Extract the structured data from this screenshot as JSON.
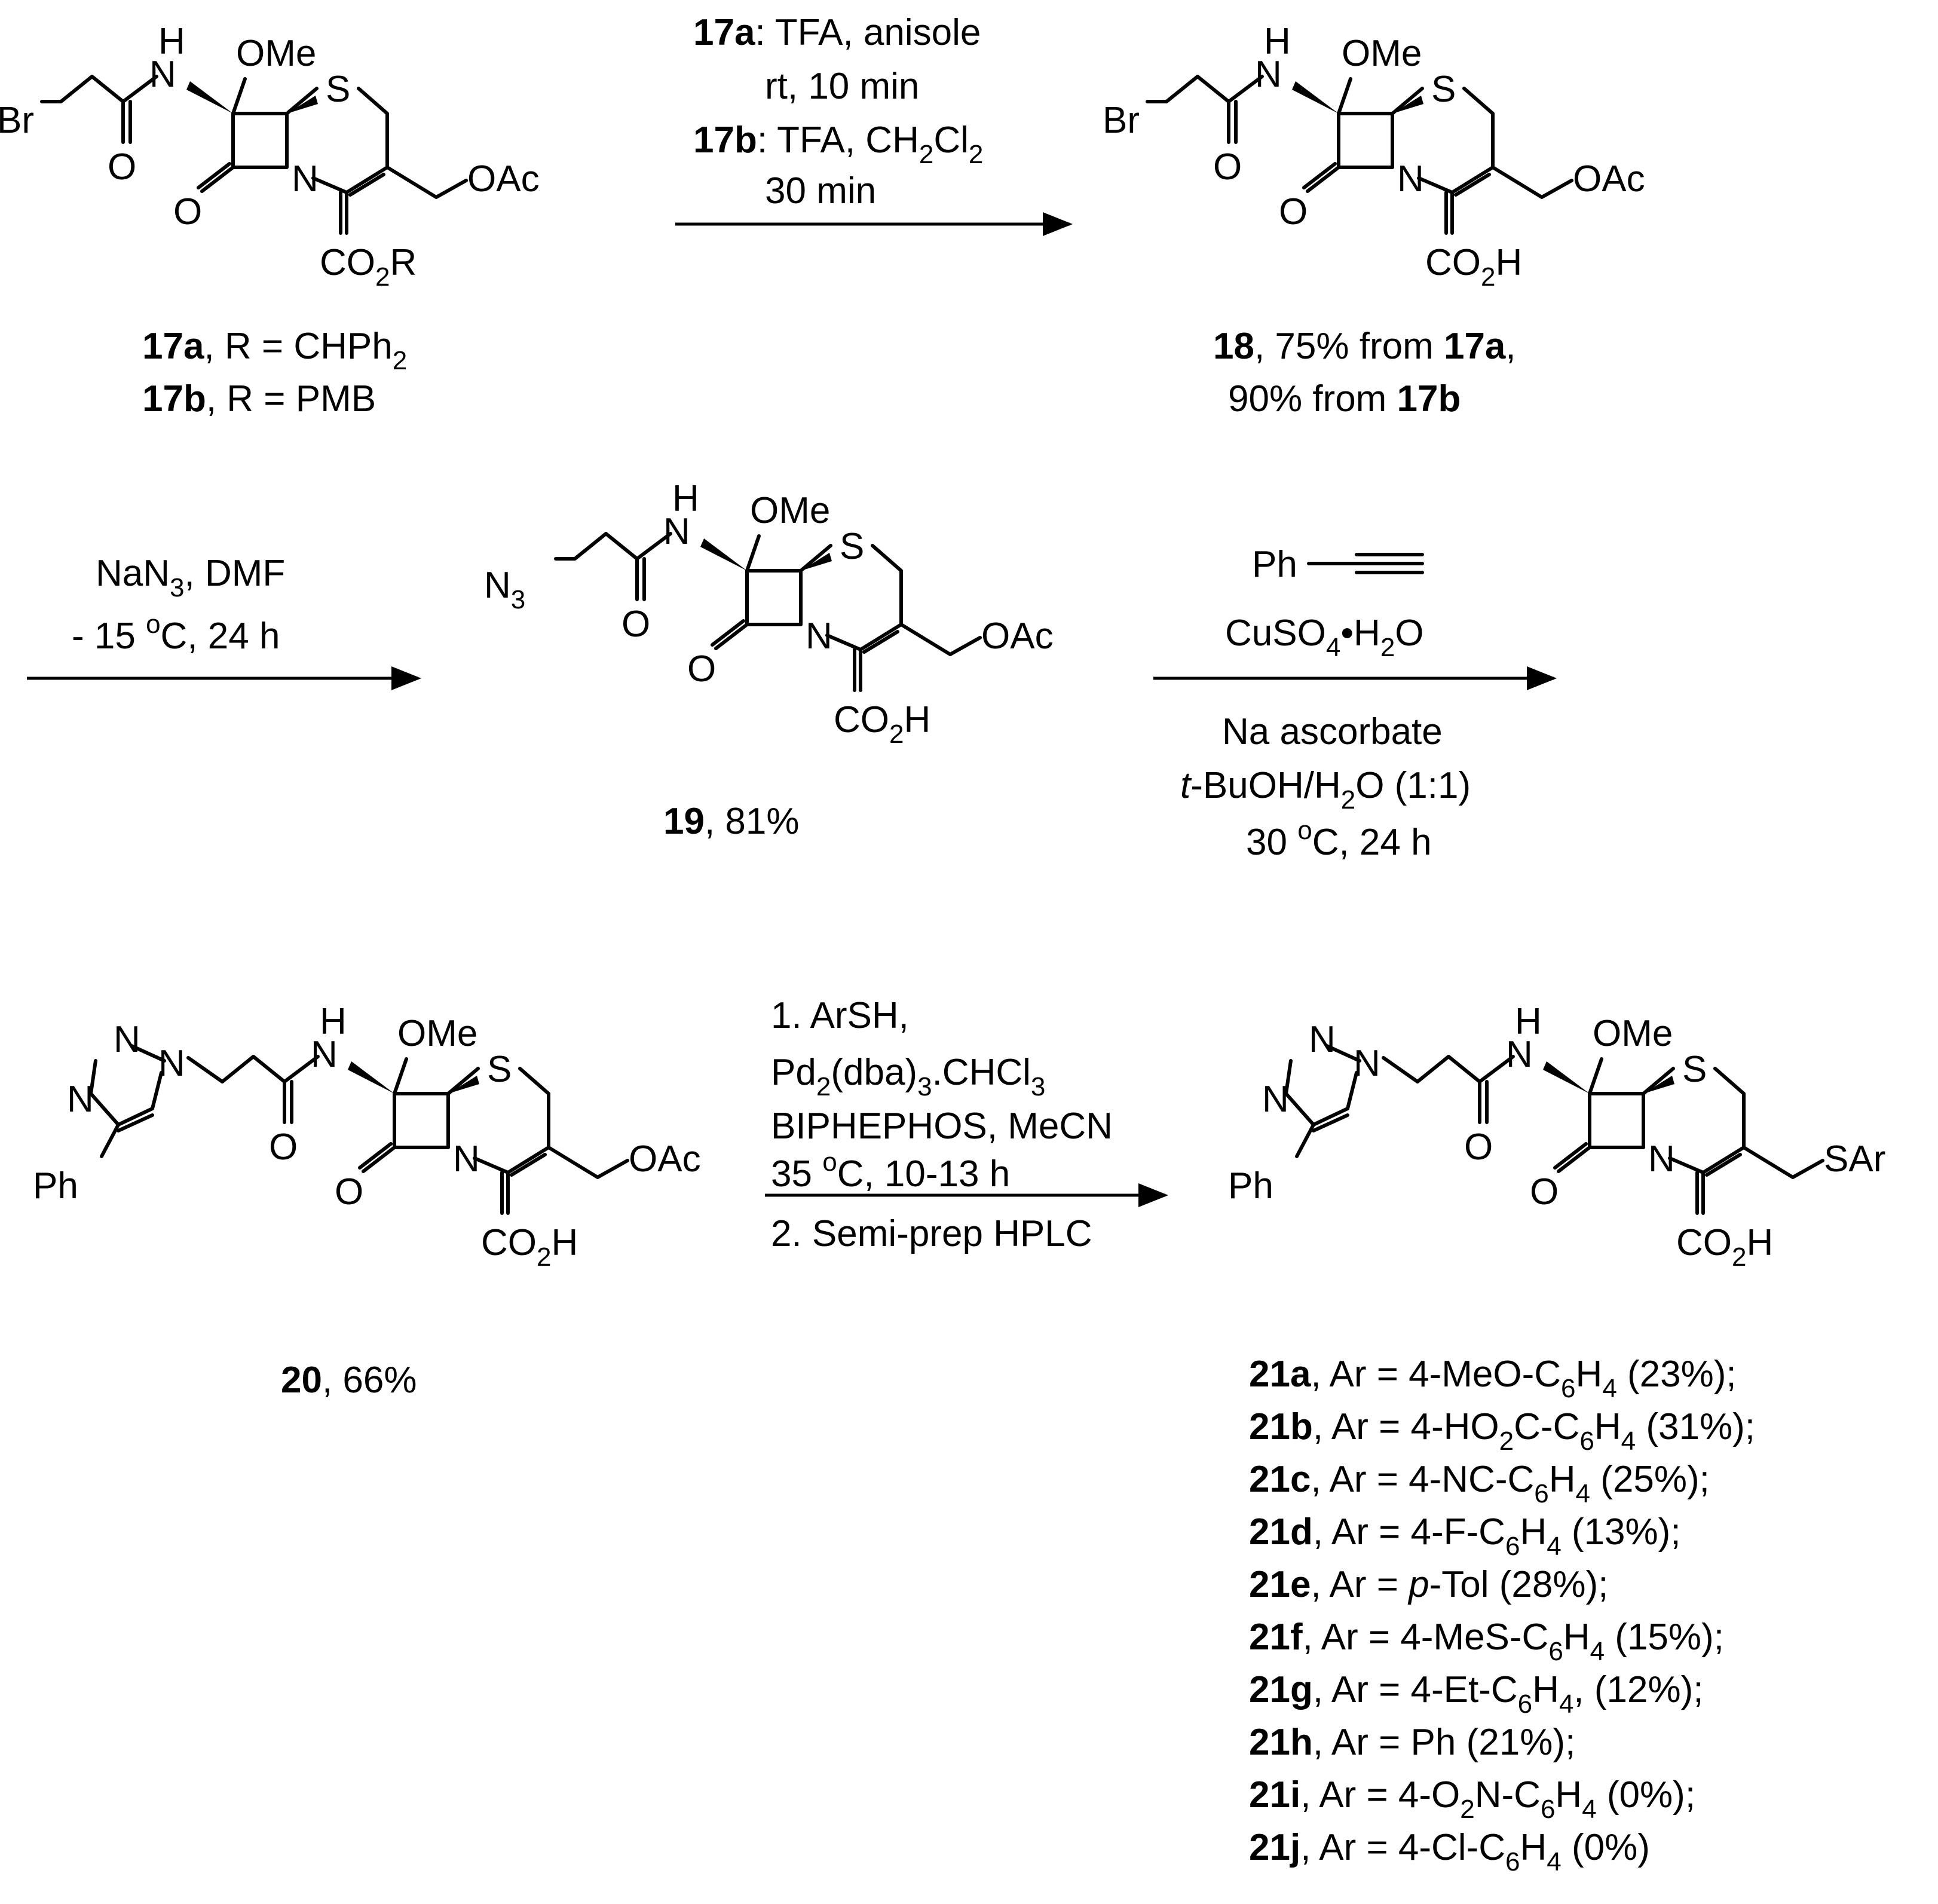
{
  "row1": {
    "cond_17a_id": "17a",
    "cond_17a_text": ": TFA, anisole",
    "cond_17a_time": "rt, 10 min",
    "cond_17b_id": "17b",
    "cond_17b_text": ": TFA, CH",
    "cond_17b_sub2": "2",
    "cond_17b_cl": "Cl",
    "cond_17b_time": "30 min",
    "sm_label_17a_id": "17a",
    "sm_label_17a_text": ", R = CHPh",
    "sm_label_17a_sub": "2",
    "sm_label_17b_id": "17b",
    "sm_label_17b_text": ", R = PMB",
    "prod_label_18_id": "18",
    "prod_label_18_text": ", 75% from ",
    "prod_label_18_from": "17a",
    "prod_label_18_line2": "90% from ",
    "prod_label_18_from2": "17b"
  },
  "row2": {
    "cond_azide_1": "NaN",
    "cond_azide_1_sub": "3",
    "cond_azide_1_rest": ", DMF",
    "cond_azide_2": "- 15 ",
    "cond_azide_2_sup": "o",
    "cond_azide_2_rest": "C, 24 h",
    "label_19_id": "19",
    "label_19_text": ", 81%",
    "cond_click_alkyne": "Ph",
    "cond_click_cat": "CuSO",
    "cond_click_cat_sub": "4",
    "cond_click_cat_rest": "•H",
    "cond_click_cat_sub2": "2",
    "cond_click_cat_o": "O",
    "cond_click_red": "Na ascorbate",
    "cond_click_solv_t": "t",
    "cond_click_solv": "-BuOH/H",
    "cond_click_solv_sub": "2",
    "cond_click_solv_rest": "O (1:1)",
    "cond_click_temp": "30 ",
    "cond_click_temp_sup": "o",
    "cond_click_temp_rest": "C, 24 h"
  },
  "row3": {
    "label_20_id": "20",
    "label_20_text": ", 66%",
    "cond_1": "1. ArSH,",
    "cond_2a": "Pd",
    "cond_2a_sub": "2",
    "cond_2b": "(dba)",
    "cond_2b_sub": "3",
    "cond_2c": ".CHCl",
    "cond_2c_sub": "3",
    "cond_3": "BIPHEPHOS, MeCN",
    "cond_4": "35 ",
    "cond_4_sup": "o",
    "cond_4_rest": "C, 10-13 h",
    "cond_5": "2. Semi-prep HPLC"
  },
  "atoms": {
    "Br": "Br",
    "N": "N",
    "H": "H",
    "O": "O",
    "S": "S",
    "OMe": "OMe",
    "OAc": "OAc",
    "CO2": "CO",
    "sub2": "2",
    "R": "R",
    "CO2H_H": "H",
    "N3": "N",
    "N3_sub": "3",
    "Ph": "Ph",
    "SAr": "SAr"
  },
  "products_21": [
    {
      "id": "21a",
      "pre": ", Ar  = 4-MeO-C",
      "s1": "6",
      "mid": "H",
      "s2": "4",
      "post": " (23%);"
    },
    {
      "id": "21b",
      "pre": ", Ar  = 4-HO",
      "s0": "2",
      "pre2": "C-C",
      "s1": "6",
      "mid": "H",
      "s2": "4",
      "post": " (31%);"
    },
    {
      "id": "21c",
      "pre": ", Ar  = 4-NC-C",
      "s1": "6",
      "mid": "H",
      "s2": "4",
      "post": " (25%);"
    },
    {
      "id": "21d",
      "pre": ", Ar  = 4-F-C",
      "s1": "6",
      "mid": "H",
      "s2": "4",
      "post": " (13%);"
    },
    {
      "id": "21e",
      "pre": ", Ar  = ",
      "ital": "p",
      "rest": "-Tol  (28%);"
    },
    {
      "id": "21f",
      "pre": ", Ar  = 4-MeS-C",
      "s1": "6",
      "mid": "H",
      "s2": "4",
      "post": " (15%);"
    },
    {
      "id": "21g",
      "pre": ", Ar  =  4-Et-C",
      "s1": "6",
      "mid": "H",
      "s2": "4",
      "post": ", (12%);"
    },
    {
      "id": "21h",
      "pre": ", Ar = Ph (21%);"
    },
    {
      "id": "21i",
      "pre": ", Ar  = 4-O",
      "s0": "2",
      "pre2": "N-C",
      "s1": "6",
      "mid": "H",
      "s2": "4",
      "post": " (0%);"
    },
    {
      "id": "21j",
      "pre": ", Ar  = 4-Cl-C",
      "s1": "6",
      "mid": "H",
      "s2": "4",
      "post": " (0%)"
    }
  ]
}
